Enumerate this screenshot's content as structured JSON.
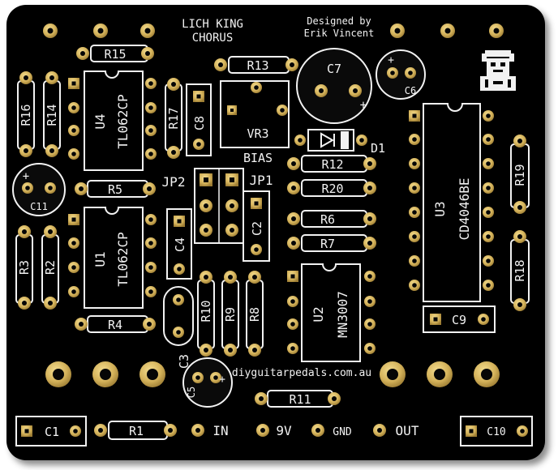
{
  "board": {
    "title_line1": "LICH KING",
    "title_line2": "CHORUS",
    "credit_line1": "Designed by",
    "credit_line2": "Erik Vincent",
    "website": "diyguitarpedals.com.au",
    "bias_label": "BIAS",
    "colors": {
      "pcb": "#060606",
      "silk": "#f2f2f2",
      "gold": "#d4b25a",
      "gold_dark": "#8a6d2a"
    }
  },
  "io_labels": {
    "in": "IN",
    "nine_v": "9V",
    "gnd": "GND",
    "out": "OUT"
  },
  "ics": {
    "u4": {
      "ref": "U4",
      "part": "TL062CP"
    },
    "u1": {
      "ref": "U1",
      "part": "TL062CP"
    },
    "u3": {
      "ref": "U3",
      "part": "CD4046BE"
    },
    "u2": {
      "ref": "U2",
      "part": "MN3007"
    }
  },
  "resistors": {
    "r1": "R1",
    "r2": "R2",
    "r3": "R3",
    "r4": "R4",
    "r5": "R5",
    "r6": "R6",
    "r7": "R7",
    "r8": "R8",
    "r9": "R9",
    "r10": "R10",
    "r11": "R11",
    "r12": "R12",
    "r13": "R13",
    "r14": "R14",
    "r15": "R15",
    "r16": "R16",
    "r17": "R17",
    "r18": "R18",
    "r19": "R19",
    "r20": "R20"
  },
  "capacitors": {
    "c1": "C1",
    "c2": "C2",
    "c3": "C3",
    "c4": "C4",
    "c5": "C5",
    "c6": "C6",
    "c7": "C7",
    "c8": "C8",
    "c9": "C9",
    "c10": "C10",
    "c11": "C11"
  },
  "other_parts": {
    "vr3": "VR3",
    "d1": "D1",
    "jp1": "JP1",
    "jp2": "JP2",
    "plus": "+"
  }
}
